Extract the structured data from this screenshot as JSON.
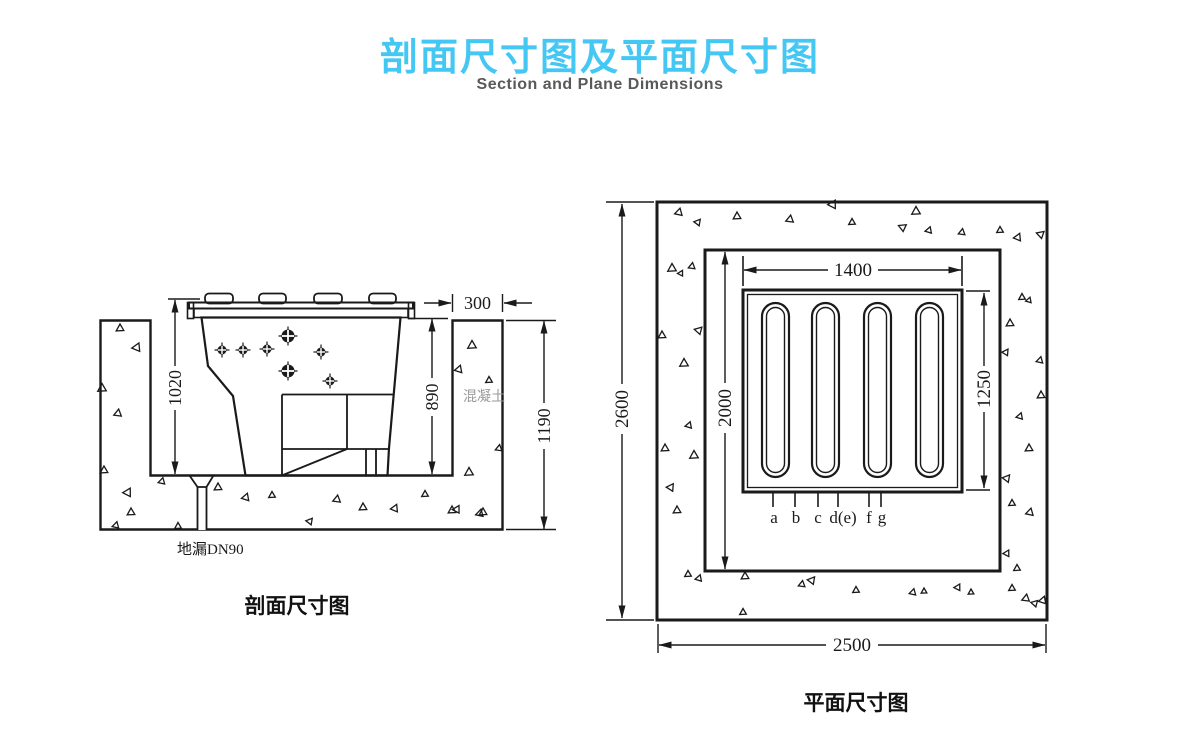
{
  "header": {
    "title": "剖面尺寸图及平面尺寸图",
    "subtitle": "Section and Plane Dimensions",
    "accent_color": "#45c7f3"
  },
  "section_view": {
    "caption": "剖面尺寸图",
    "labels": {
      "concrete": "混凝土",
      "floor_drain": "地漏DN90"
    },
    "dimensions": {
      "left_depth": "1020",
      "right_depth": "890",
      "overall_depth": "1190",
      "wall_width": "300"
    }
  },
  "plan_view": {
    "caption": "平面尺寸图",
    "dimensions": {
      "overall_height": "2600",
      "pit_height": "2000",
      "grate_width": "1400",
      "grate_height": "1250",
      "overall_width": "2500"
    },
    "part_labels": [
      "a",
      "b",
      "c",
      "d(e)",
      "f",
      "g"
    ]
  }
}
